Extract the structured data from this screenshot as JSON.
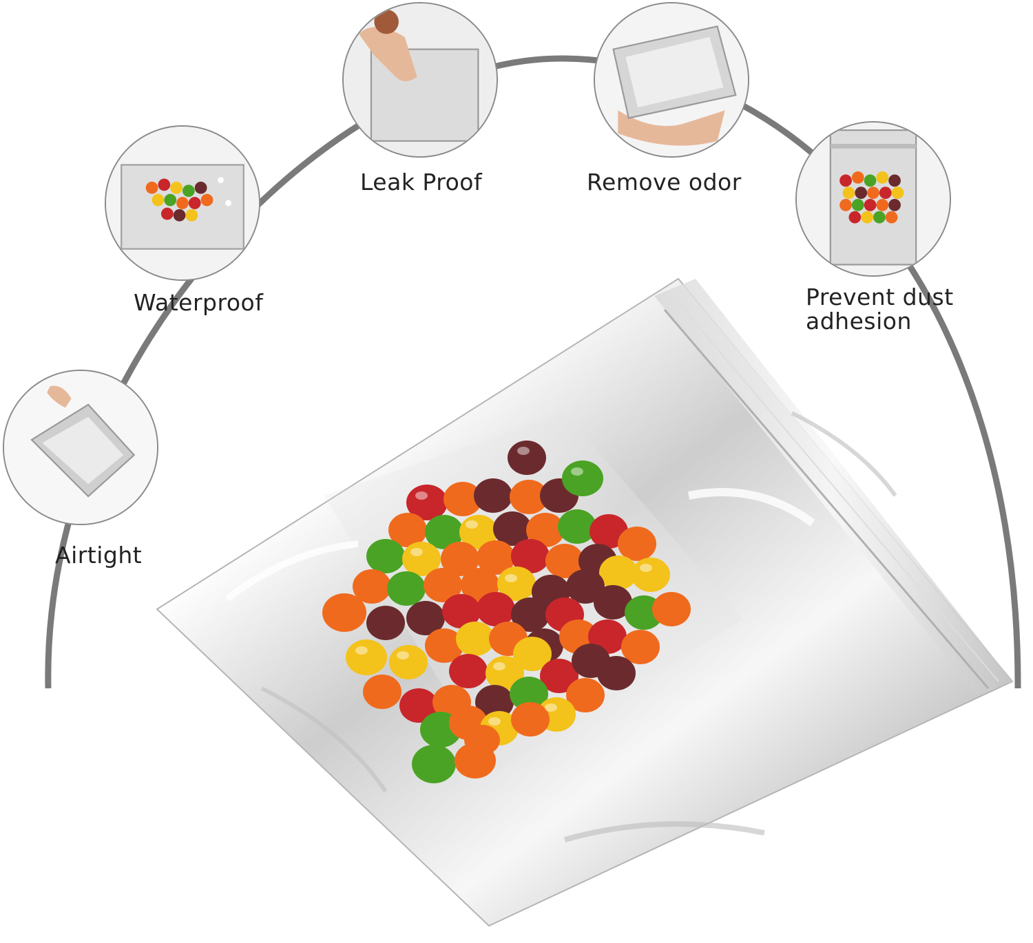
{
  "colors": {
    "arc": "#7a7a7a",
    "label_text": "#222222",
    "silver_light": "#f2f2f2",
    "silver_mid": "#cfcfcf",
    "silver_dark": "#a8a8a8",
    "candy_red": "#c8262b",
    "candy_orange": "#f06a1d",
    "candy_yellow": "#f3c21b",
    "candy_green": "#4aa324",
    "candy_purple": "#6b2b2e"
  },
  "features": [
    {
      "label": "Airtight",
      "icon": "foil-bag-pinch-photo"
    },
    {
      "label": "Waterproof",
      "icon": "candy-bag-water-drops-photo"
    },
    {
      "label": "Leak Proof",
      "icon": "finger-pressing-bag-photo"
    },
    {
      "label": "Remove odor",
      "icon": "bag-in-hand-photo"
    },
    {
      "label": "Prevent dust",
      "label2": "adhesion",
      "icon": "upright-candy-bag-photo"
    }
  ]
}
